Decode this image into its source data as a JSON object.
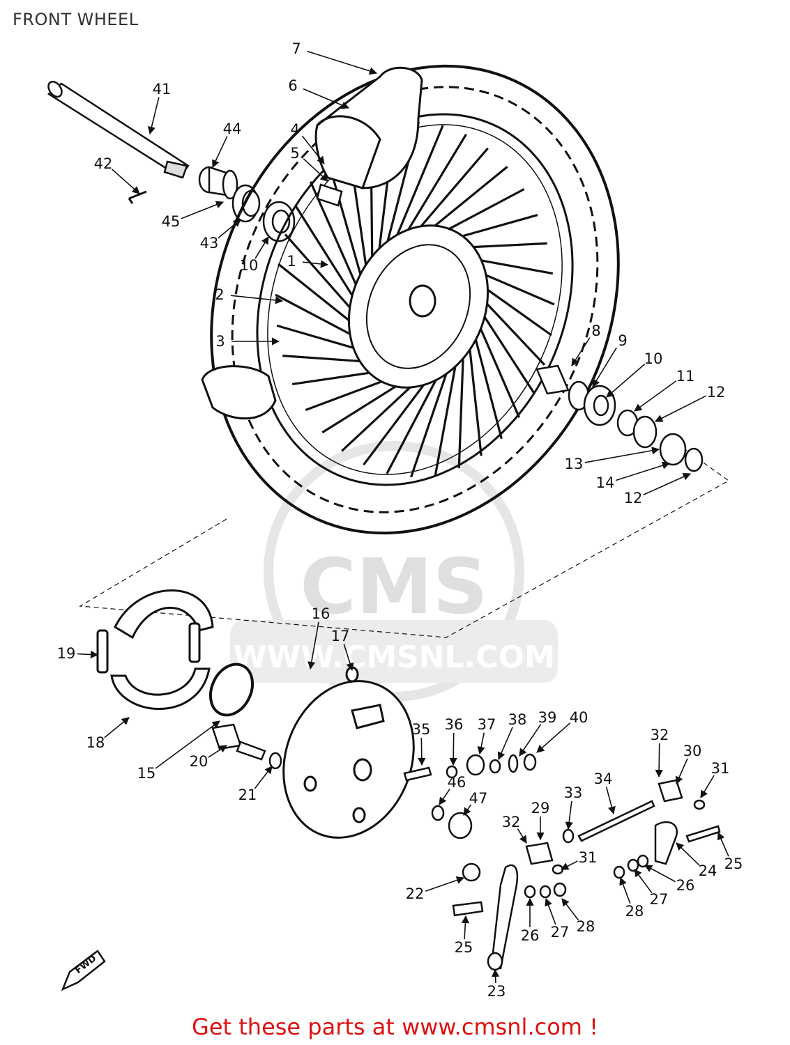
{
  "page": {
    "title": "FRONT WHEEL"
  },
  "watermark": {
    "brand": "CMS",
    "url": "WWW.CMSNL.COM"
  },
  "fwd_mark": "FWD",
  "footer": {
    "text": "Get these parts at www.cmsnl.com !"
  },
  "callouts": [
    {
      "id": "c7",
      "label": "7"
    },
    {
      "id": "c6",
      "label": "6"
    },
    {
      "id": "c41",
      "label": "41"
    },
    {
      "id": "c44",
      "label": "44"
    },
    {
      "id": "c4",
      "label": "4"
    },
    {
      "id": "c5",
      "label": "5"
    },
    {
      "id": "c42",
      "label": "42"
    },
    {
      "id": "c45",
      "label": "45"
    },
    {
      "id": "c43",
      "label": "43"
    },
    {
      "id": "c10a",
      "label": "10"
    },
    {
      "id": "c1",
      "label": "1"
    },
    {
      "id": "c2",
      "label": "2"
    },
    {
      "id": "c3",
      "label": "3"
    },
    {
      "id": "c8",
      "label": "8"
    },
    {
      "id": "c9",
      "label": "9"
    },
    {
      "id": "c10b",
      "label": "10"
    },
    {
      "id": "c11",
      "label": "11"
    },
    {
      "id": "c12a",
      "label": "12"
    },
    {
      "id": "c13",
      "label": "13"
    },
    {
      "id": "c14",
      "label": "14"
    },
    {
      "id": "c12b",
      "label": "12"
    },
    {
      "id": "c16",
      "label": "16"
    },
    {
      "id": "c17",
      "label": "17"
    },
    {
      "id": "c19",
      "label": "19"
    },
    {
      "id": "c18",
      "label": "18"
    },
    {
      "id": "c15",
      "label": "15"
    },
    {
      "id": "c20",
      "label": "20"
    },
    {
      "id": "c21",
      "label": "21"
    },
    {
      "id": "c35",
      "label": "35"
    },
    {
      "id": "c36",
      "label": "36"
    },
    {
      "id": "c37",
      "label": "37"
    },
    {
      "id": "c38",
      "label": "38"
    },
    {
      "id": "c39",
      "label": "39"
    },
    {
      "id": "c40",
      "label": "40"
    },
    {
      "id": "c46",
      "label": "46"
    },
    {
      "id": "c47",
      "label": "47"
    },
    {
      "id": "c32a",
      "label": "32"
    },
    {
      "id": "c30",
      "label": "30"
    },
    {
      "id": "c31a",
      "label": "31"
    },
    {
      "id": "c34",
      "label": "34"
    },
    {
      "id": "c33",
      "label": "33"
    },
    {
      "id": "c29",
      "label": "29"
    },
    {
      "id": "c32b",
      "label": "32"
    },
    {
      "id": "c31b",
      "label": "31"
    },
    {
      "id": "c25a",
      "label": "25"
    },
    {
      "id": "c24",
      "label": "24"
    },
    {
      "id": "c26a",
      "label": "26"
    },
    {
      "id": "c27a",
      "label": "27"
    },
    {
      "id": "c28a",
      "label": "28"
    },
    {
      "id": "c22",
      "label": "22"
    },
    {
      "id": "c26b",
      "label": "26"
    },
    {
      "id": "c27b",
      "label": "27"
    },
    {
      "id": "c28b",
      "label": "28"
    },
    {
      "id": "c25b",
      "label": "25"
    },
    {
      "id": "c23",
      "label": "23"
    }
  ]
}
